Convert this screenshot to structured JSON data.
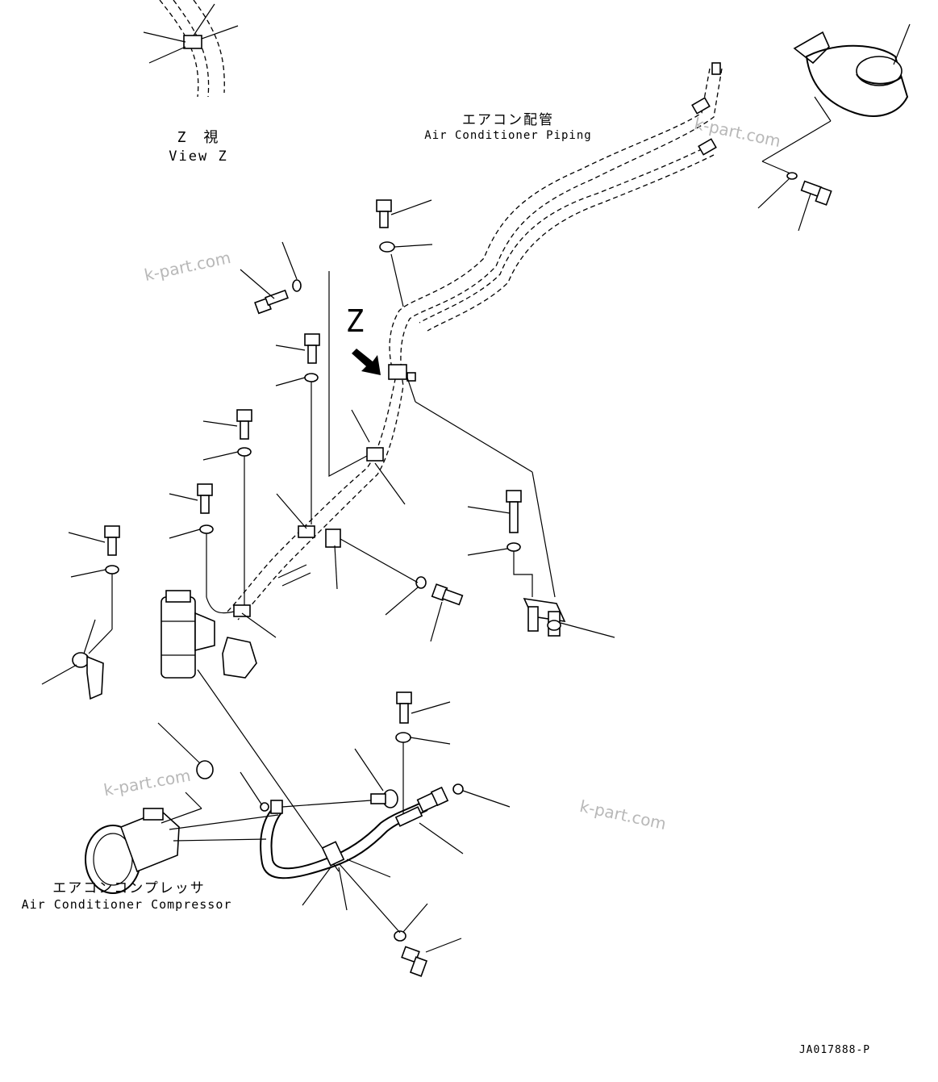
{
  "labels": {
    "view_z_jp": "Z　視",
    "view_z_en": "View Z",
    "piping_jp": "エアコン配管",
    "piping_en": "Air Conditioner Piping",
    "compressor_jp": "エアコンコンプレッサ",
    "compressor_en": "Air Conditioner Compressor",
    "z_marker": "Z",
    "drawing_code": "JA017888-P"
  },
  "watermarks": [
    "k-part.com",
    "k-part.com",
    "k-part.com",
    "k-part.com"
  ]
}
